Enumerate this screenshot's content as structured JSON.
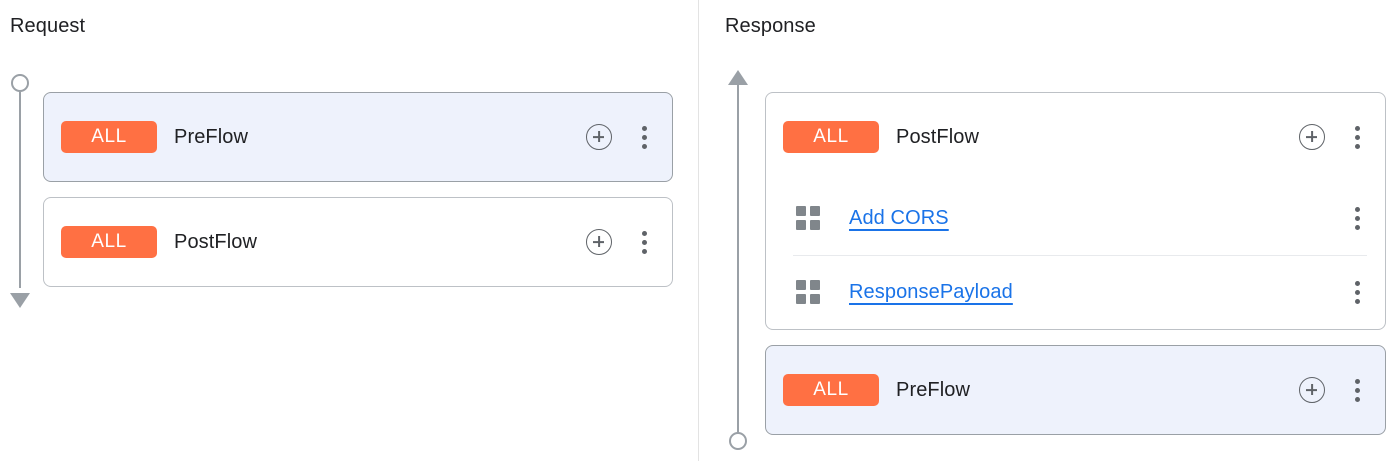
{
  "panels": [
    {
      "title": "Request",
      "flow_direction": "down",
      "rail": {
        "start_marker": "circle",
        "end_marker": "arrow-down"
      },
      "cards": [
        {
          "type": "flow",
          "badge": "ALL",
          "name": "PreFlow",
          "selected": true,
          "actions": {
            "add": "add-icon",
            "menu": "more-options-icon"
          },
          "policies": []
        },
        {
          "type": "flow",
          "badge": "ALL",
          "name": "PostFlow",
          "selected": false,
          "actions": {
            "add": "add-icon",
            "menu": "more-options-icon"
          },
          "policies": []
        }
      ]
    },
    {
      "title": "Response",
      "flow_direction": "up",
      "rail": {
        "start_marker": "arrow-up",
        "end_marker": "circle"
      },
      "cards": [
        {
          "type": "flow",
          "badge": "ALL",
          "name": "PostFlow",
          "selected": false,
          "actions": {
            "add": "add-icon",
            "menu": "more-options-icon"
          },
          "policies": [
            {
              "icon": "policy-grid-icon",
              "label": "Add CORS",
              "menu": "more-options-icon"
            },
            {
              "icon": "policy-grid-icon",
              "label": "ResponsePayload",
              "menu": "more-options-icon"
            }
          ]
        },
        {
          "type": "flow",
          "badge": "ALL",
          "name": "PreFlow",
          "selected": true,
          "actions": {
            "add": "add-icon",
            "menu": "more-options-icon"
          },
          "policies": []
        }
      ]
    }
  ],
  "colors": {
    "badge_background": "#ff7043",
    "badge_text": "#ffffff",
    "selected_card_background": "#eef2fc",
    "selected_card_border": "#9aa0a6",
    "card_border": "#bdc1c6",
    "link": "#1a73e8",
    "rail": "#9aa0a6",
    "icon": "#5f6368",
    "divider": "#e3e3e3"
  }
}
